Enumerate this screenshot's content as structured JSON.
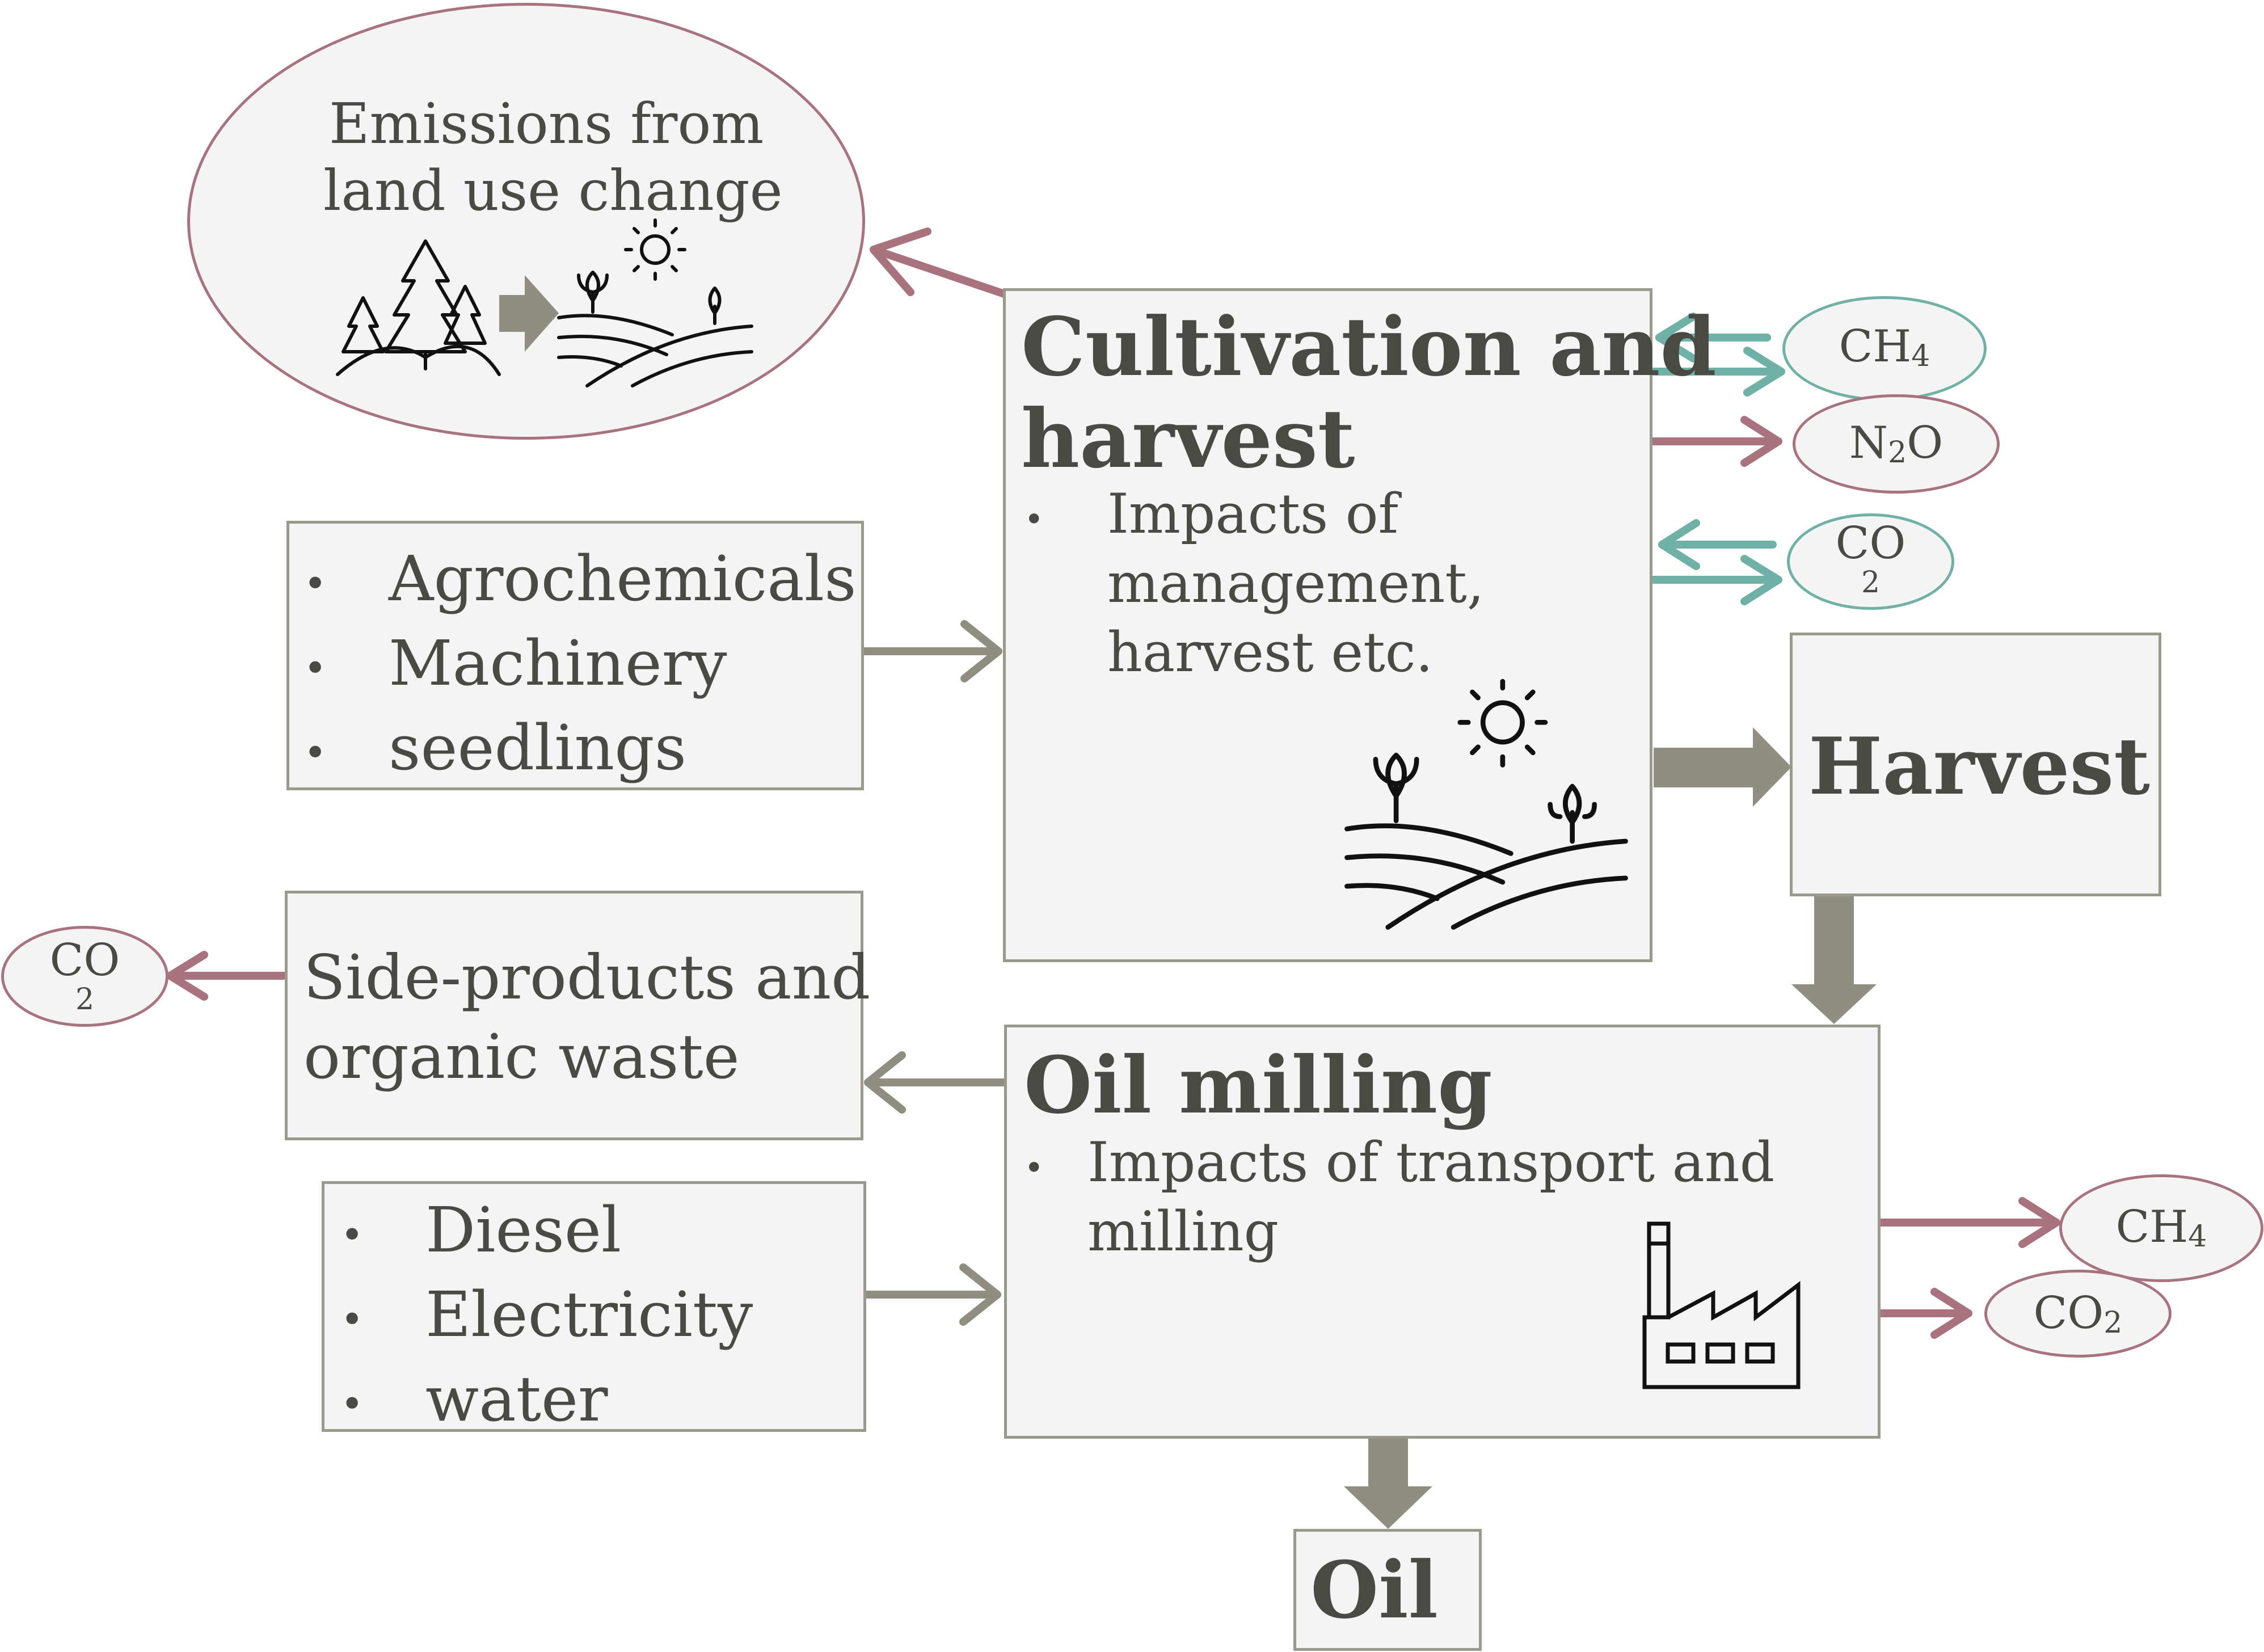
{
  "luc": {
    "line1": "Emissions from",
    "line2": "land use change"
  },
  "cultivation": {
    "title1": "Cultivation and",
    "title2": "harvest",
    "bullet": "•",
    "sub1": "Impacts of",
    "sub2": "management,",
    "sub3": "harvest etc."
  },
  "inputs_top": {
    "bullet": "•",
    "items": [
      "Agrochemicals",
      "Machinery",
      "seedlings"
    ]
  },
  "harvest": {
    "title": "Harvest"
  },
  "side_products": {
    "line1": "Side-products and",
    "line2": "organic waste"
  },
  "milling": {
    "title": "Oil milling",
    "bullet": "•",
    "sub1": "Impacts of transport and",
    "sub2": "milling"
  },
  "inputs_bottom": {
    "bullet": "•",
    "items": [
      "Diesel",
      "Electricity",
      "water"
    ]
  },
  "oil": {
    "title": "Oil"
  },
  "gases": {
    "ch4_top": {
      "base": "CH",
      "sub": "4"
    },
    "n2o": {
      "base1": "N",
      "sub": "2",
      "base2": "O"
    },
    "co2_top": {
      "base": "CO",
      "sub": "2"
    },
    "co2_left": {
      "base": "CO",
      "sub": "2"
    },
    "ch4_bottom": {
      "base": "CH",
      "sub": "4"
    },
    "co2_bottom": {
      "base": "CO",
      "sub": "2"
    }
  },
  "colors": {
    "grey_arrow": "#8f8e80",
    "mauve_arrow": "#a8737e",
    "teal_arrow": "#6fb1a6",
    "box_fill": "#f4f4f4",
    "text": "#4a4a44"
  },
  "icons": {
    "luc_forest": "forest-icon",
    "luc_transition": "arrow-right-icon",
    "luc_field": "farmland-icon",
    "cultivation_field": "farmland-icon",
    "milling_factory": "factory-icon"
  }
}
